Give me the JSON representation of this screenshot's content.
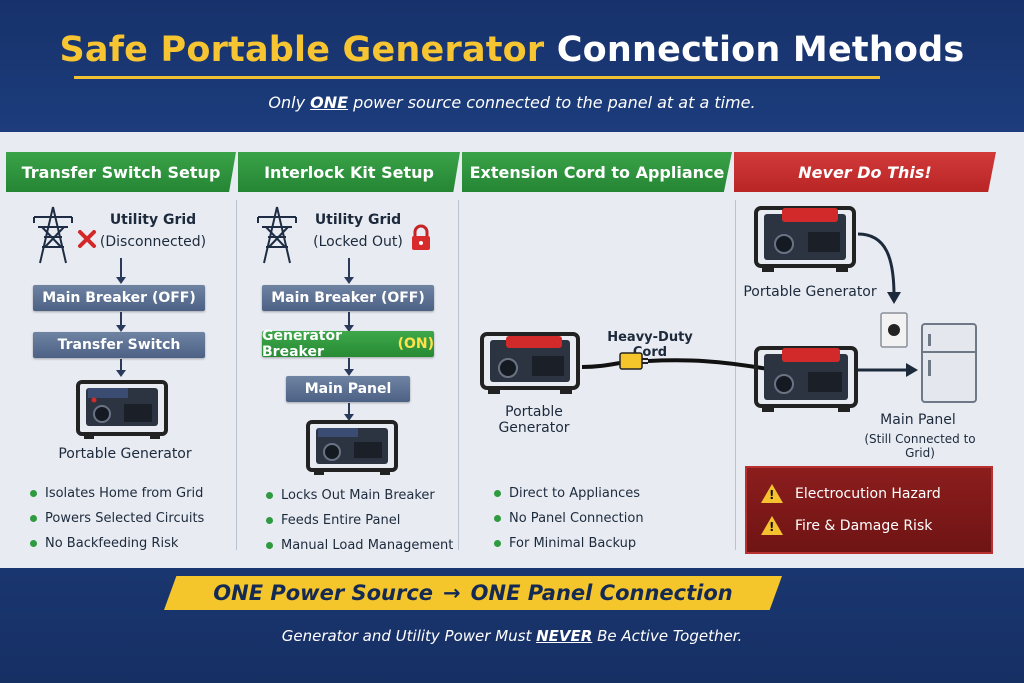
{
  "header": {
    "title_highlight": "Safe Portable Generator",
    "title_rest": "Connection Methods",
    "subtitle_pre": "Only ",
    "subtitle_em": "ONE",
    "subtitle_post": " power source connected to the panel at at a time."
  },
  "columns": [
    {
      "tab": "Transfer Switch Setup",
      "utility_label": "Utility Grid",
      "utility_status": "(Disconnected)",
      "steps": [
        "Main Breaker (OFF)",
        "Transfer Switch"
      ],
      "generator_label": "Portable Generator",
      "bullets": [
        "Isolates Home from Grid",
        "Powers Selected Circuits",
        "No Backfeeding Risk"
      ]
    },
    {
      "tab": "Interlock Kit Setup",
      "utility_label": "Utility Grid",
      "utility_status": "(Locked Out)",
      "steps": [
        "Main Breaker (OFF)",
        "Generator Breaker",
        "Main Panel"
      ],
      "step_on": "(ON)",
      "bullets": [
        "Locks Out Main Breaker",
        "Feeds Entire Panel",
        "Manual Load Management"
      ]
    },
    {
      "tab": "Extension Cord to Appliance",
      "cord_label": "Heavy-Duty Cord",
      "generator_label": "Portable Generator",
      "bullets": [
        "Direct to Appliances",
        "No Panel Connection",
        "For Minimal Backup"
      ]
    },
    {
      "tab": "Never Do This!",
      "generator_label": "Portable Generator",
      "panel_label": "Main Panel",
      "panel_status": "(Still Connected to Grid)",
      "hazards": [
        "Electrocution Hazard",
        "Fire & Damage Risk"
      ]
    }
  ],
  "footer": {
    "banner_left": "ONE Power Source",
    "banner_right": "ONE Panel Connection",
    "note_pre": "Generator and Utility Power Must ",
    "note_em": "NEVER",
    "note_post": " Be Active Together."
  },
  "colors": {
    "navy": "#17326b",
    "accent_yellow": "#f4c62b",
    "tab_green": "#2f9a3f",
    "tab_red": "#c62f2f",
    "generator_red": "#d22a2a"
  },
  "icons": [
    "power-tower-icon",
    "x-mark-icon",
    "padlock-icon",
    "generator-icon",
    "plug-icon",
    "outlet-icon",
    "refrigerator-icon",
    "warning-icon",
    "arrow-right-icon"
  ]
}
